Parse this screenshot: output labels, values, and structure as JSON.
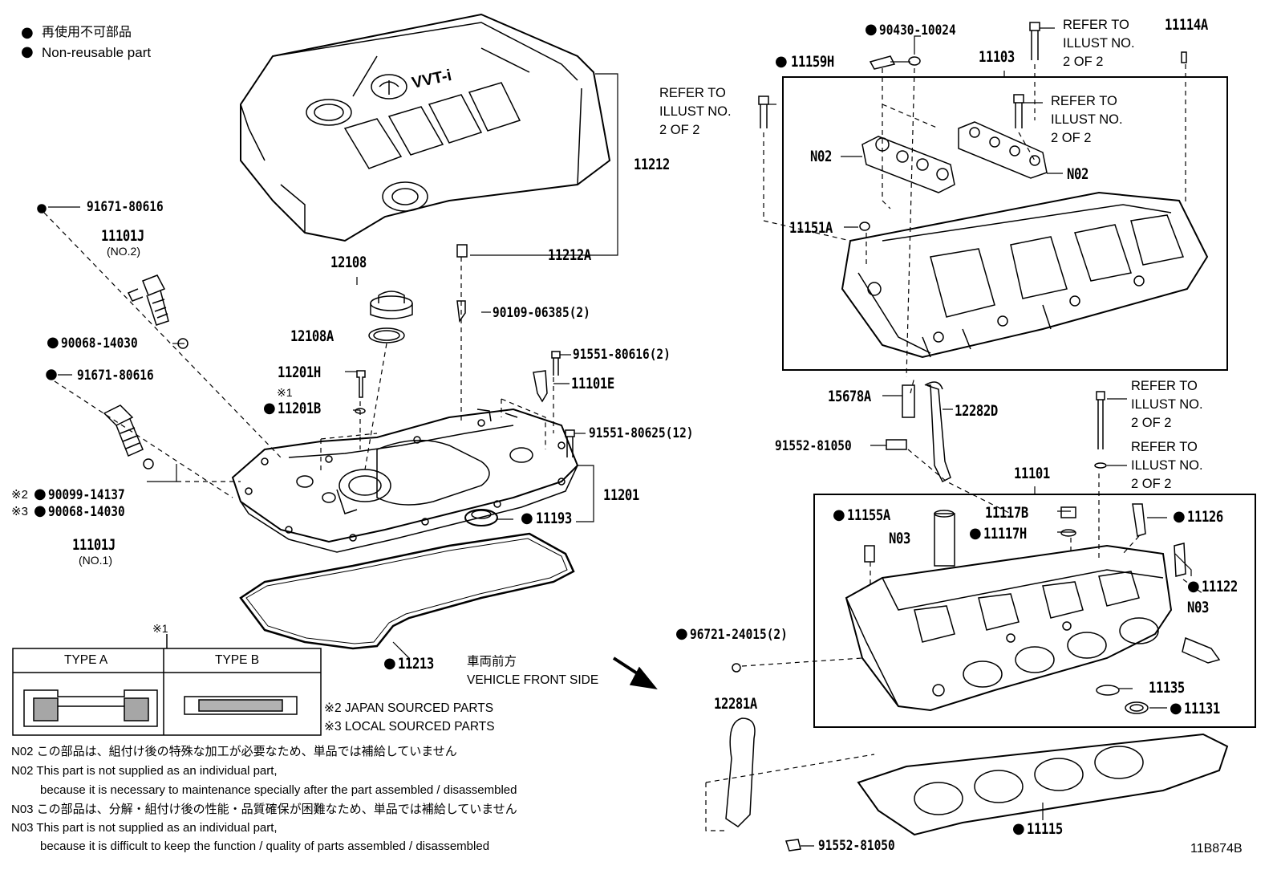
{
  "legend": {
    "dot": "●",
    "ja": "再使用不可部品",
    "en": "Non-reusable part"
  },
  "parts": {
    "p11212": "11212",
    "p11212A": "11212A",
    "p12108": "12108",
    "p12108A": "12108A",
    "p90109": "90109-06385(2)",
    "p91671a": "91671-80616",
    "p91671b": "91671-80616",
    "p11101J_no2": "11101J",
    "p11101J_no2_sub": "(NO.2)",
    "p90068a": "90068-14030",
    "p90099": "90099-14137",
    "p90068b": "90068-14030",
    "p11101J_no1": "11101J",
    "p11101J_no1_sub": "(NO.1)",
    "mark2": "※2",
    "mark3": "※3",
    "mark1_a": "※1",
    "mark1_b": "※1",
    "p11201H": "11201H",
    "p11201B": "11201B",
    "p91551a": "91551-80616(2)",
    "p11101E": "11101E",
    "p91551b": "91551-80625(12)",
    "p11201": "11201",
    "p11193": "11193",
    "p11213": "11213",
    "p90430": "90430-10024",
    "p11159H": "11159H",
    "p11103": "11103",
    "p11114A": "11114A",
    "pN02a": "N02",
    "pN02b": "N02",
    "p11151A": "11151A",
    "p15678A": "15678A",
    "p12282D": "12282D",
    "p91552a": "91552-81050",
    "p11101": "11101",
    "p11155A": "11155A",
    "pN03a": "N03",
    "p11117B": "11117B",
    "p11117H": "11117H",
    "p11126": "11126",
    "p11122": "11122",
    "pN03b": "N03",
    "p96721": "96721-24015(2)",
    "p12281A": "12281A",
    "p11135": "11135",
    "p11131": "11131",
    "p11115": "11115",
    "p91552b": "91552-81050"
  },
  "refer": {
    "r1": "REFER TO\nILLUST NO.\n2 OF 2",
    "r2": "REFER TO\nILLUST NO.\n2 OF 2",
    "r3": "REFER TO\nILLUST NO.\n2 OF 2",
    "r4": "REFER TO\nILLUST NO.\n2 OF 2",
    "r5": "REFER TO\nILLUST NO.\n2 OF 2"
  },
  "direction": {
    "ja": "車両前方",
    "en": "VEHICLE FRONT SIDE"
  },
  "type_table": {
    "type_a": "TYPE A",
    "type_b": "TYPE B"
  },
  "sourced": {
    "japan": "※2 JAPAN SOURCED PARTS",
    "local": "※3 LOCAL SOURCED PARTS"
  },
  "notes": {
    "n02_ja": "N02 この部品は、組付け後の特殊な加工が必要なため、単品では補給していません",
    "n02_en1": "N02 This part is not supplied as an individual part,",
    "n02_en2": "because it is necessary to maintenance specially after the part assembled / disassembled",
    "n03_ja": "N03 この部品は、分解・組付け後の性能・品質確保が困難なため、単品では補給していません",
    "n03_en1": "N03 This part is not supplied as an individual part,",
    "n03_en2": "because it is difficult to keep the function / quality of parts assembled / disassembled"
  },
  "emblem": "VVT-i",
  "figure_id": "11B874B"
}
